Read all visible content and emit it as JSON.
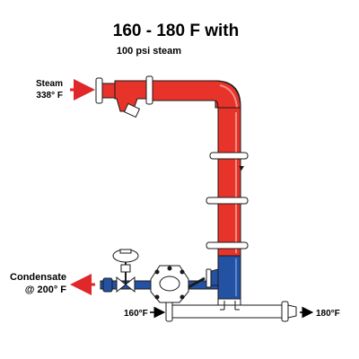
{
  "title": "160 - 180 F with",
  "subtitle": "100 psi steam",
  "steam_inlet": {
    "name": "Steam",
    "temperature": "338° F"
  },
  "condensate_outlet": {
    "name": "Condensate",
    "temperature": "@ 200° F"
  },
  "water_inlet": {
    "temperature": "160°F"
  },
  "water_outlet": {
    "temperature": "180°F"
  },
  "colors": {
    "steam": "#e8332a",
    "condensate": "#2452a3",
    "arrow": "#e0272a",
    "outline": "#1a1a1a",
    "flange": "#ffffff"
  }
}
